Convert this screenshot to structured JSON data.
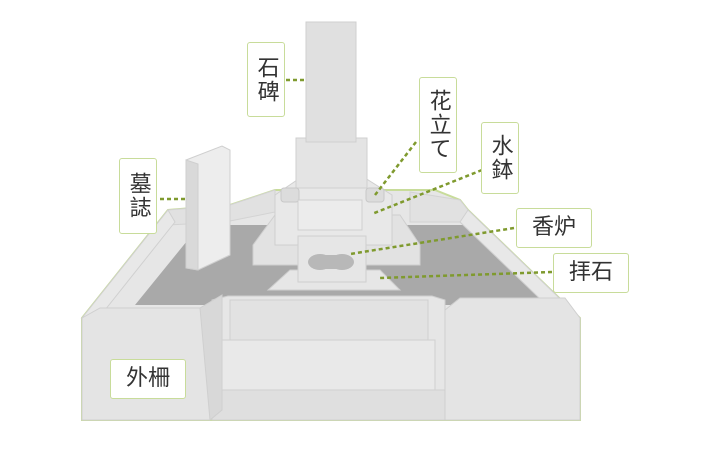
{
  "labels": {
    "sekihi": "石碑",
    "hanatate": "花立て",
    "mizubachi": "水鉢",
    "boshi": "墓誌",
    "kouro": "香炉",
    "haiseki": "拝石",
    "gaisaku": "外柵"
  },
  "colors": {
    "leader": "#7f9a2e",
    "outline": "#c8dc9a",
    "stone_light": "#e4e4e4",
    "stone_mid": "#dadada",
    "gravel": "#a9a9a9"
  }
}
